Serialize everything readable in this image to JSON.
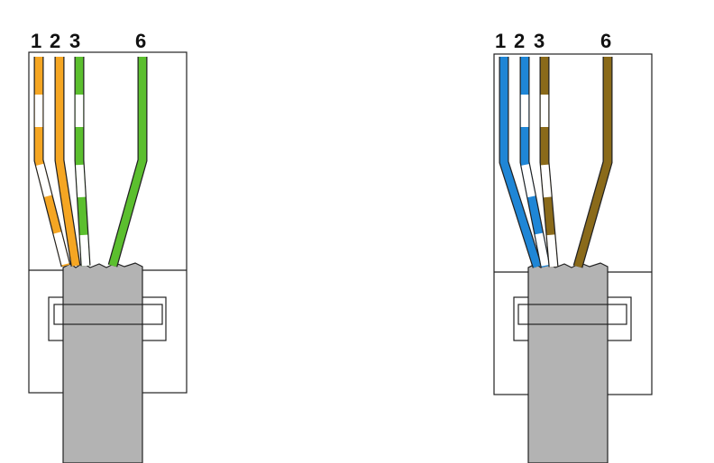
{
  "diagram": {
    "connectors": [
      {
        "id": "left",
        "pin_labels": [
          "1",
          "2",
          "3",
          "6"
        ],
        "wires": [
          {
            "pin": "1",
            "color": "#f5a623",
            "striped": true
          },
          {
            "pin": "2",
            "color": "#f5a623",
            "striped": false
          },
          {
            "pin": "3",
            "color": "#5bbf2e",
            "striped": true
          },
          {
            "pin": "6",
            "color": "#5bbf2e",
            "striped": false
          }
        ]
      },
      {
        "id": "right",
        "pin_labels": [
          "1",
          "2",
          "3",
          "6"
        ],
        "wires": [
          {
            "pin": "1",
            "color": "#1f86d6",
            "striped": false
          },
          {
            "pin": "2",
            "color": "#1f86d6",
            "striped": true
          },
          {
            "pin": "3",
            "color": "#8a6a1a",
            "striped": true
          },
          {
            "pin": "6",
            "color": "#8a6a1a",
            "striped": false
          }
        ]
      }
    ],
    "cable_color": "#b3b3b3",
    "outline_color": "#222222",
    "stripe_color": "#ffffff"
  }
}
